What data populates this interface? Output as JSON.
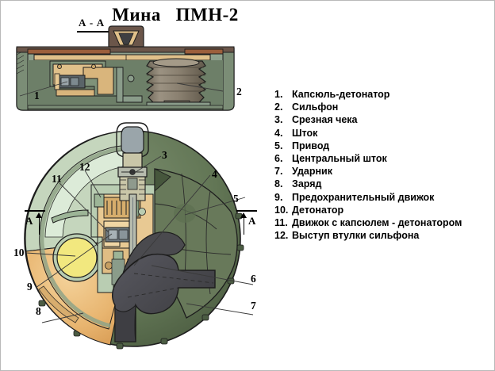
{
  "page": {
    "title": "Мина   ПМН-2",
    "background_color": "#ffffff",
    "border_color": "#b9b9b9"
  },
  "section_view": {
    "label": "A - A",
    "marker_letter_left": "A",
    "marker_letter_right": "A"
  },
  "callouts": {
    "top_view": [
      {
        "id": "1",
        "label": "1"
      },
      {
        "id": "2",
        "label": "2"
      }
    ],
    "bottom_view": [
      {
        "id": "3",
        "label": "3"
      },
      {
        "id": "4",
        "label": "4"
      },
      {
        "id": "5",
        "label": "5"
      },
      {
        "id": "6",
        "label": "6"
      },
      {
        "id": "7",
        "label": "7"
      },
      {
        "id": "8",
        "label": "8"
      },
      {
        "id": "9",
        "label": "9"
      },
      {
        "id": "10",
        "label": "10"
      },
      {
        "id": "11",
        "label": "11"
      },
      {
        "id": "12",
        "label": "12"
      }
    ]
  },
  "legend": {
    "items": [
      {
        "num": "1.",
        "label": "Капсюль-детонатор"
      },
      {
        "num": "2.",
        "label": "Сильфон"
      },
      {
        "num": "3.",
        "label": "Срезная чека"
      },
      {
        "num": "4.",
        "label": "Шток"
      },
      {
        "num": "5.",
        "label": "Привод"
      },
      {
        "num": "6.",
        "label": "Центральный шток"
      },
      {
        "num": "7.",
        "label": "Ударник"
      },
      {
        "num": "8.",
        "label": "Заряд"
      },
      {
        "num": "9.",
        "label": "Предохранительный движок"
      },
      {
        "num": "10.",
        "label": "Детонатор"
      },
      {
        "num": "11.",
        "label": "Движок с  капсюлем - детонатором"
      },
      {
        "num": "12.",
        "label": "Выступ втулки сильфона"
      }
    ]
  },
  "colors": {
    "body_olive": "#5f7355",
    "body_olive_dark": "#4b5c43",
    "body_olive_light": "#7d8f70",
    "casing_sage": "#8a9c8a",
    "casing_sage_light": "#a8bca6",
    "casing_pale": "#c5d6bd",
    "charge_orange": "#e8b570",
    "charge_orange_light": "#f0c98f",
    "detonator_yellow": "#f2e87f",
    "mechanism_tan": "#e0c08a",
    "mechanism_tan_dark": "#c79f63",
    "bellows_grey": "#8a8070",
    "bellows_grey_dark": "#6d6355",
    "dark_mechanism": "#4a4a4e",
    "dark_mechanism_light": "#5c5c60",
    "plate_brown": "#8a5a3a",
    "metal_grey": "#6f7a80",
    "metal_grey_light": "#9aa5aa",
    "outline": "#1d1d1d",
    "leader_line": "#3a3a3a"
  }
}
